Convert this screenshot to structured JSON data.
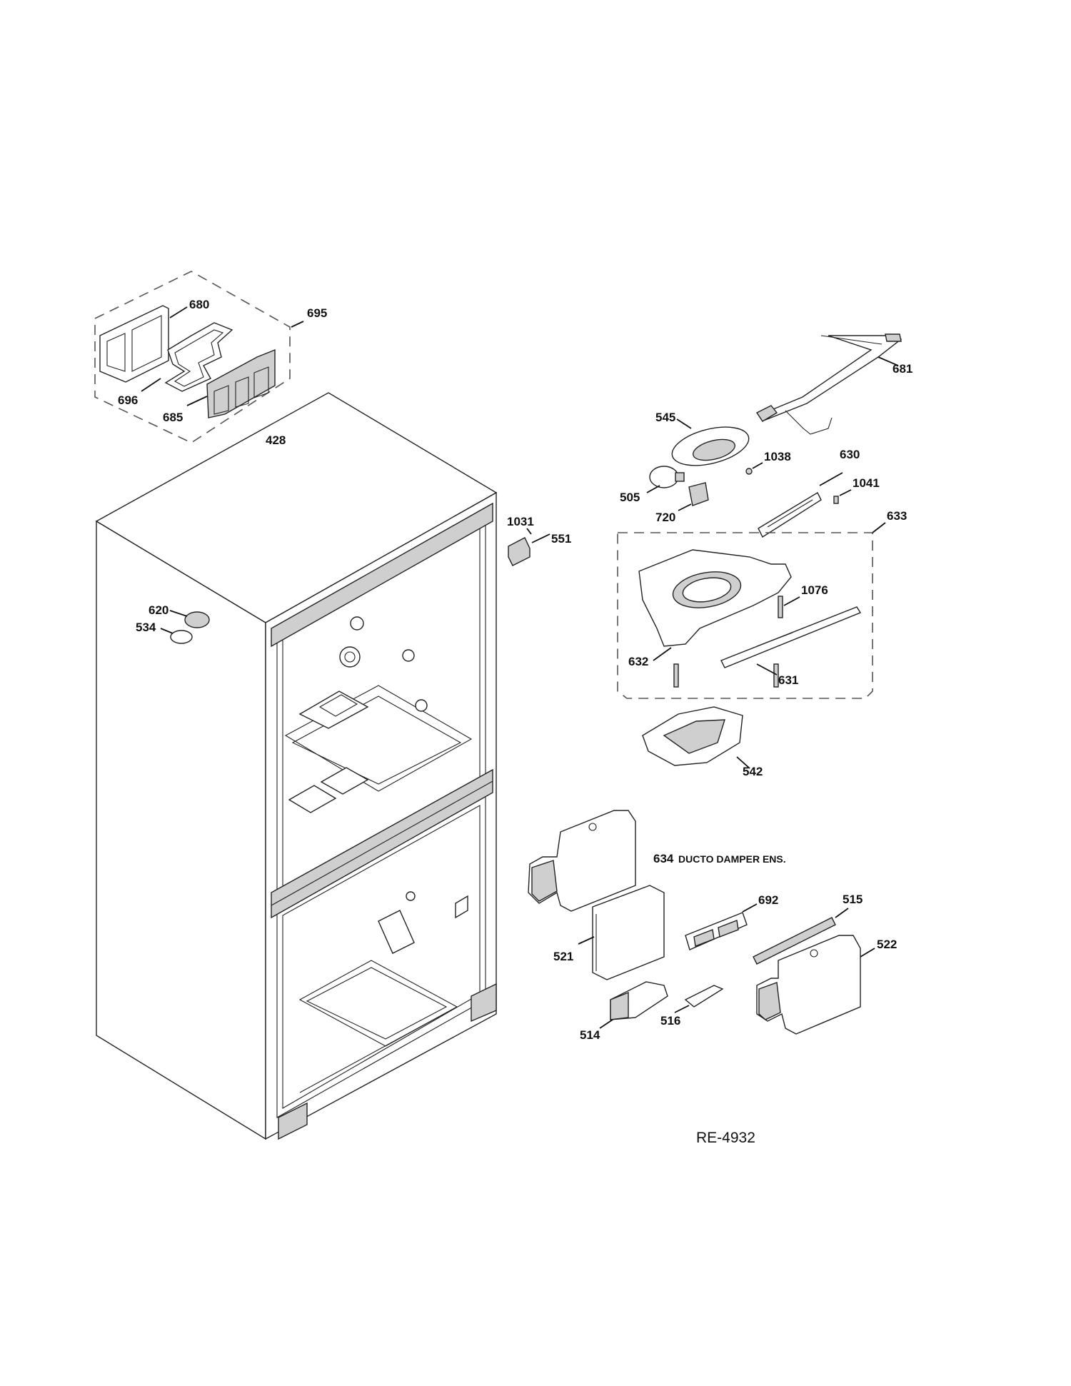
{
  "labels": {
    "p680": "680",
    "p695": "695",
    "p696": "696",
    "p685": "685",
    "p428": "428",
    "p681": "681",
    "p545": "545",
    "p1038": "1038",
    "p630": "630",
    "p505": "505",
    "p720": "720",
    "p1041": "1041",
    "p1031": "1031",
    "p551": "551",
    "p633": "633",
    "p620": "620",
    "p534": "534",
    "p1076": "1076",
    "p632": "632",
    "p631": "631",
    "p542": "542",
    "p634": "634",
    "p634_desc": "DUCTO DAMPER ENS.",
    "p692": "692",
    "p515": "515",
    "p521": "521",
    "p522": "522",
    "p514": "514",
    "p516": "516"
  },
  "reference": "RE-4932"
}
